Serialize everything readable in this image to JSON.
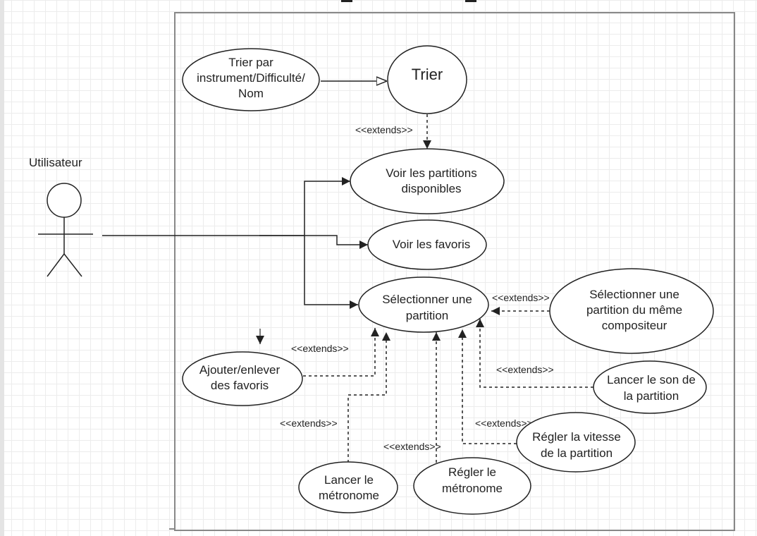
{
  "actor": {
    "label": "Utilisateur"
  },
  "usecases": {
    "trier_par": [
      "Trier par",
      "instrument/Difficulté/",
      "Nom"
    ],
    "trier": [
      "Trier"
    ],
    "voir_partitions": [
      "Voir les partitions",
      "disponibles"
    ],
    "voir_favoris": [
      "Voir les favoris"
    ],
    "selectionner": [
      "Sélectionner une",
      "partition"
    ],
    "meme_compositeur": [
      "Sélectionner une",
      "partition du même",
      "compositeur"
    ],
    "ajouter_favoris": [
      "Ajouter/enlever",
      "des favoris"
    ],
    "lancer_son": [
      "Lancer le son de",
      "la partition"
    ],
    "vitesse": [
      "Régler la vitesse",
      "de la partition"
    ],
    "lancer_metronome": [
      "Lancer le",
      "métronome"
    ],
    "regler_metronome": [
      "Régler le",
      "métronome"
    ]
  },
  "stereotype": "<<extends>>",
  "colors": {
    "line": "#222222",
    "border": "#888888"
  }
}
